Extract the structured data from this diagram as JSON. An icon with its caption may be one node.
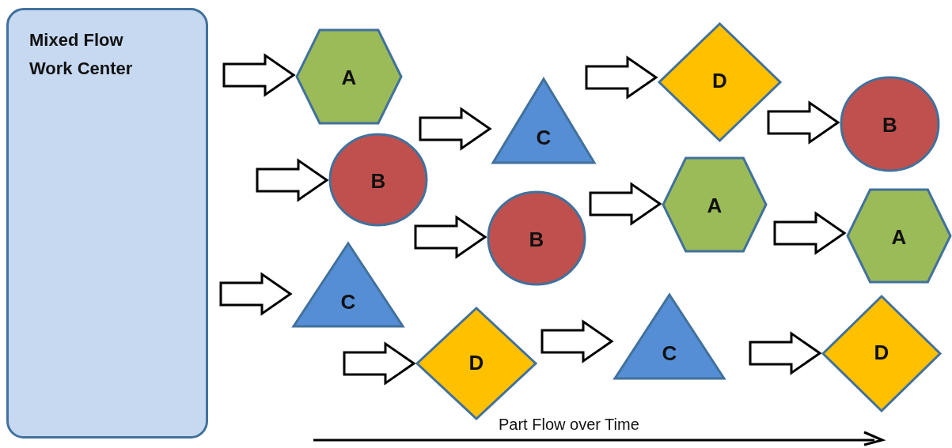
{
  "diagram": {
    "nodes": [
      {
        "text": [
          "Mixed Flow Work Center"
        ]
      },
      {
        "text": [
          "A"
        ]
      },
      {
        "text": [
          "B"
        ]
      },
      {
        "text": [
          "C"
        ]
      },
      {
        "text": [
          "D"
        ]
      },
      {
        "text": [
          "B"
        ]
      },
      {
        "text": [
          "B"
        ]
      },
      {
        "text": [
          "A"
        ]
      },
      {
        "text": [
          "A"
        ]
      },
      {
        "text": [
          "C"
        ]
      },
      {
        "text": [
          "D"
        ]
      },
      {
        "text": [
          "C"
        ]
      },
      {
        "text": [
          "D"
        ]
      }
    ],
    "edges": [
      {
        "from": null,
        "to": 1,
        "arrow": "to"
      },
      {
        "from": null,
        "to": 2,
        "arrow": "to"
      },
      {
        "from": null,
        "to": 3,
        "arrow": "to"
      },
      {
        "from": null,
        "to": 4,
        "arrow": "to"
      },
      {
        "from": null,
        "to": 5,
        "arrow": "to"
      },
      {
        "from": null,
        "to": 6,
        "arrow": "to"
      },
      {
        "from": null,
        "to": 7,
        "arrow": "to"
      },
      {
        "from": null,
        "to": 8,
        "arrow": "to"
      },
      {
        "from": null,
        "to": 9,
        "arrow": "to"
      },
      {
        "from": null,
        "to": 10,
        "arrow": "to"
      },
      {
        "from": null,
        "to": 11,
        "arrow": "to"
      },
      {
        "from": null,
        "to": 12,
        "arrow": "to"
      }
    ],
    "labels": [
      "Part Flow over Time"
    ]
  }
}
